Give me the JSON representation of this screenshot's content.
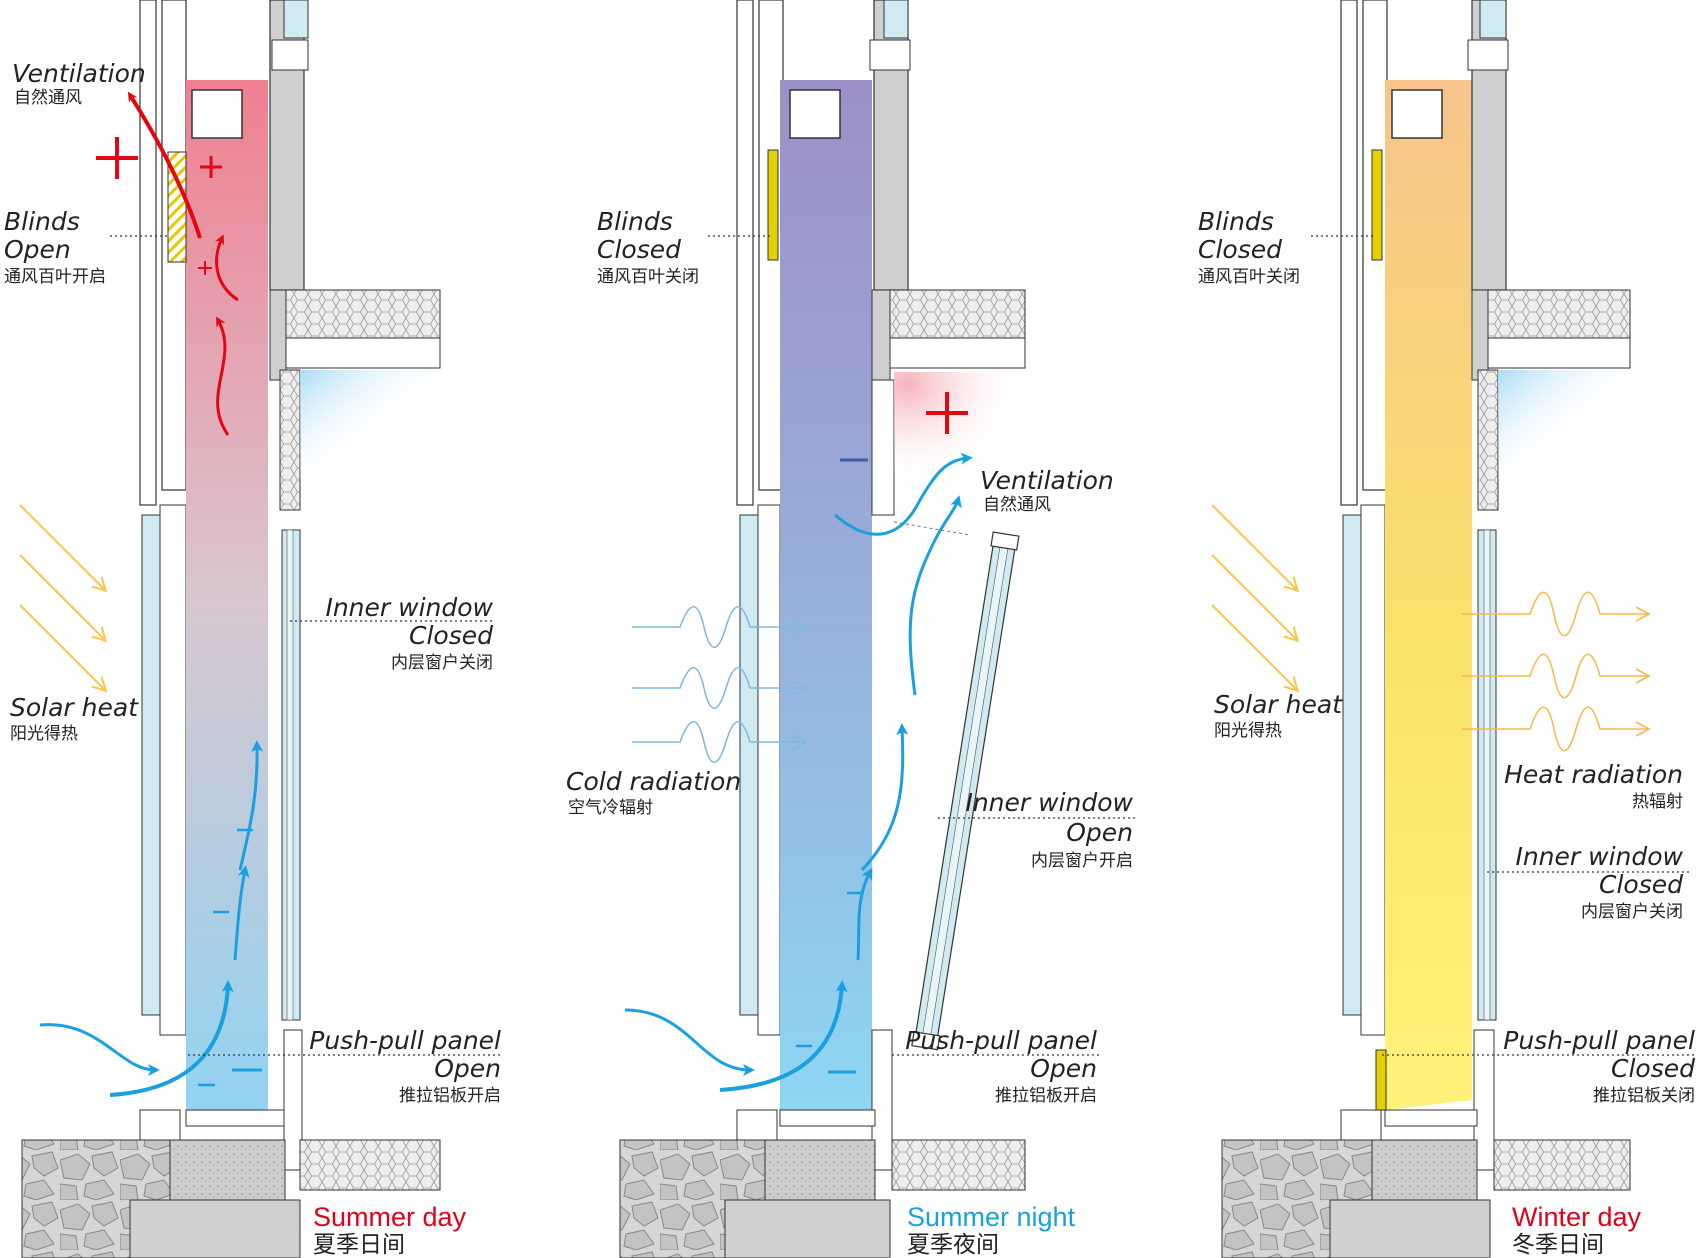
{
  "colors": {
    "summer_day": "#e2001a",
    "summer_night": "#1aa0e0",
    "winter_day": "#e2001a",
    "warm_arrow": "#e30613",
    "cool_arrow": "#1aa0e0",
    "sun_ray": "#f7c64a",
    "blind_yellow": "#e6d100"
  },
  "icons": {
    "air_flow": "curved-arrow-icon",
    "solar": "diagonal-arrow-icon",
    "radiation": "wave-arrow-icon",
    "plus": "plus-icon",
    "minus": "minus-icon"
  },
  "panels": [
    {
      "id": "summer-day",
      "caption_en": "Summer day",
      "caption_cn": "夏季日间",
      "ventilation_en": "Ventilation",
      "ventilation_cn": "自然通风",
      "blinds_title": "Blinds",
      "blinds_state": "Open",
      "blinds_cn": "通风百叶开启",
      "solar_en": "Solar heat",
      "solar_cn": "阳光得热",
      "inner_title": "Inner window",
      "inner_state": "Closed",
      "inner_cn": "内层窗户关闭",
      "push_title": "Push-pull panel",
      "push_state": "Open",
      "push_cn": "推拉铝板开启"
    },
    {
      "id": "summer-night",
      "caption_en": "Summer night",
      "caption_cn": "夏季夜间",
      "ventilation_en": "Ventilation",
      "ventilation_cn": "自然通风",
      "blinds_title": "Blinds",
      "blinds_state": "Closed",
      "blinds_cn": "通风百叶关闭",
      "cold_en": "Cold radiation",
      "cold_cn": "空气冷辐射",
      "inner_title": "Inner window",
      "inner_state": "Open",
      "inner_cn": "内层窗户开启",
      "push_title": "Push-pull panel",
      "push_state": "Open",
      "push_cn": "推拉铝板开启"
    },
    {
      "id": "winter-day",
      "caption_en": "Winter day",
      "caption_cn": "冬季日间",
      "blinds_title": "Blinds",
      "blinds_state": "Closed",
      "blinds_cn": "通风百叶关闭",
      "solar_en": "Solar heat",
      "solar_cn": "阳光得热",
      "heat_en": "Heat radiation",
      "heat_cn": "热辐射",
      "inner_title": "Inner window",
      "inner_state": "Closed",
      "inner_cn": "内层窗户关闭",
      "push_title": "Push-pull panel",
      "push_state": "Closed",
      "push_cn": "推拉铝板关闭"
    }
  ]
}
